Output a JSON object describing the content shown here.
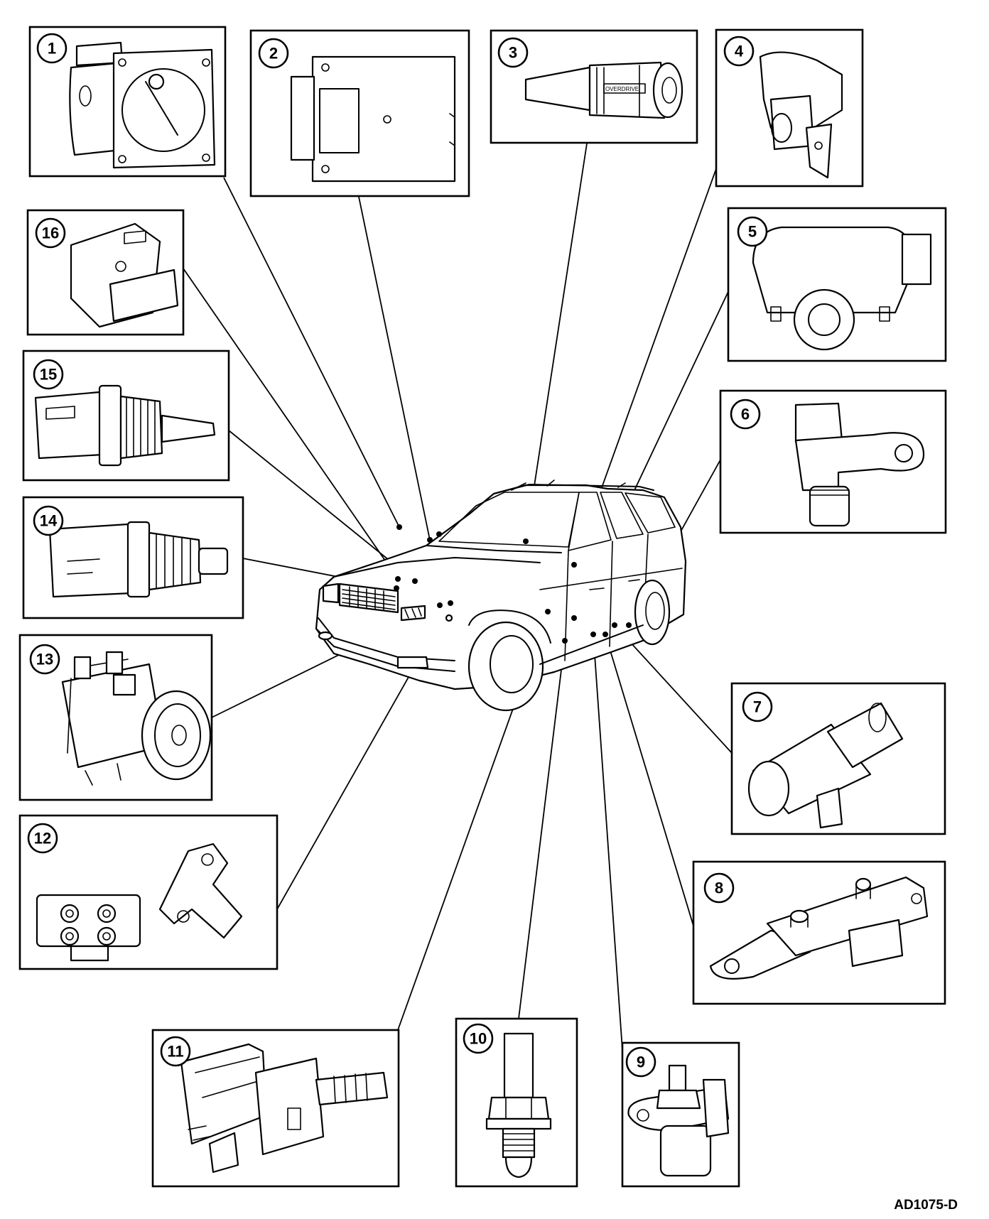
{
  "diagram": {
    "figure_code": "AD1075-D",
    "overdrive_label": "OVERDRIVE",
    "callouts": [
      "1",
      "2",
      "3",
      "4",
      "5",
      "6",
      "7",
      "8",
      "9",
      "10",
      "11",
      "12",
      "13",
      "14",
      "15",
      "16"
    ]
  }
}
